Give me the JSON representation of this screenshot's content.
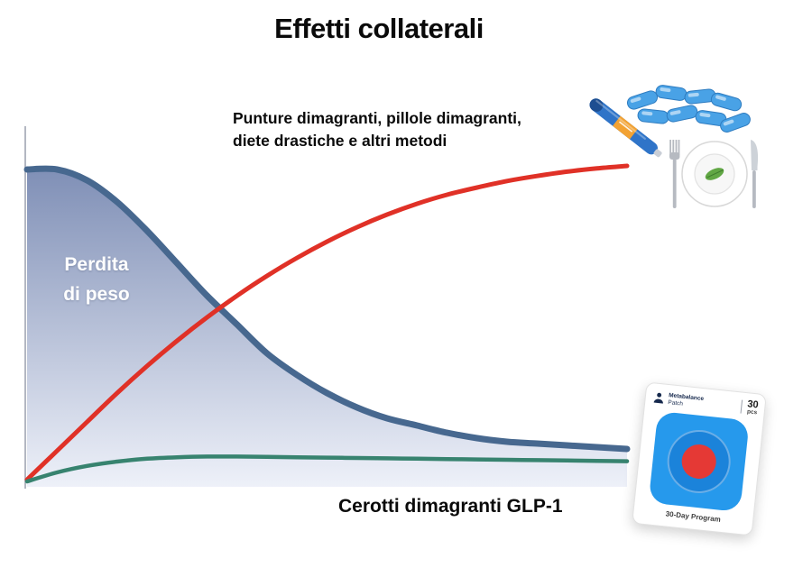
{
  "title": "Effetti collaterali",
  "annotations": {
    "top_line1": "Punture dimagranti, pillole dimagranti,",
    "top_line2": "diete drastiche e altri metodi",
    "bottom": "Cerotti dimagranti GLP-1"
  },
  "area_label": {
    "line1": "Perdita",
    "line2": "di peso"
  },
  "patch_product": {
    "brand": "Metabalance",
    "type": "Patch",
    "count": "30",
    "unit": "pcs",
    "program": "30-Day Program"
  },
  "colors": {
    "blue_curve": "#47688f",
    "area_top": "#7f8fb6",
    "area_bottom": "#eef1f9",
    "red_curve": "#e03127",
    "green_curve": "#37836f",
    "axis": "#b3b7c2"
  },
  "chart_data": {
    "type": "line",
    "title": "Effetti collaterali",
    "xlabel": "",
    "ylabel": "",
    "xlim": [
      0,
      10
    ],
    "ylim": [
      0,
      100
    ],
    "grid": false,
    "axes_visible": "y-axis only, no ticks or numeric labels (conceptual chart)",
    "legend_position": "none (curves labeled by on-chart annotations)",
    "x": [
      0,
      0.5,
      1,
      1.5,
      2,
      2.5,
      3,
      3.5,
      4,
      4.5,
      5,
      5.5,
      6,
      6.5,
      7,
      7.5,
      8,
      8.5,
      9,
      9.5,
      10
    ],
    "series": [
      {
        "name": "Perdita di peso",
        "style": "thick descending curve with blue gradient area fill",
        "color": "#47688f",
        "values": [
          88,
          88,
          85,
          79,
          71,
          62,
          53,
          45,
          37,
          31,
          26,
          22,
          19,
          17,
          15,
          13.5,
          12.5,
          12,
          11.5,
          11,
          10.5
        ]
      },
      {
        "name": "Punture dimagranti, pillole dimagranti, diete drastiche e altri metodi",
        "style": "rising concave red curve",
        "color": "#e03127",
        "values": [
          2,
          10,
          18,
          26,
          33.5,
          40.5,
          47,
          53,
          58.5,
          63.5,
          68,
          72,
          75.5,
          78.5,
          81,
          83,
          84.8,
          86.2,
          87.4,
          88.3,
          89
        ]
      },
      {
        "name": "Cerotti dimagranti GLP-1",
        "style": "low flat green curve",
        "color": "#37836f",
        "values": [
          1.5,
          4,
          5.8,
          7,
          7.8,
          8.2,
          8.4,
          8.4,
          8.3,
          8.2,
          8.1,
          8,
          7.9,
          7.8,
          7.7,
          7.6,
          7.5,
          7.4,
          7.3,
          7.2,
          7.1
        ]
      }
    ]
  }
}
